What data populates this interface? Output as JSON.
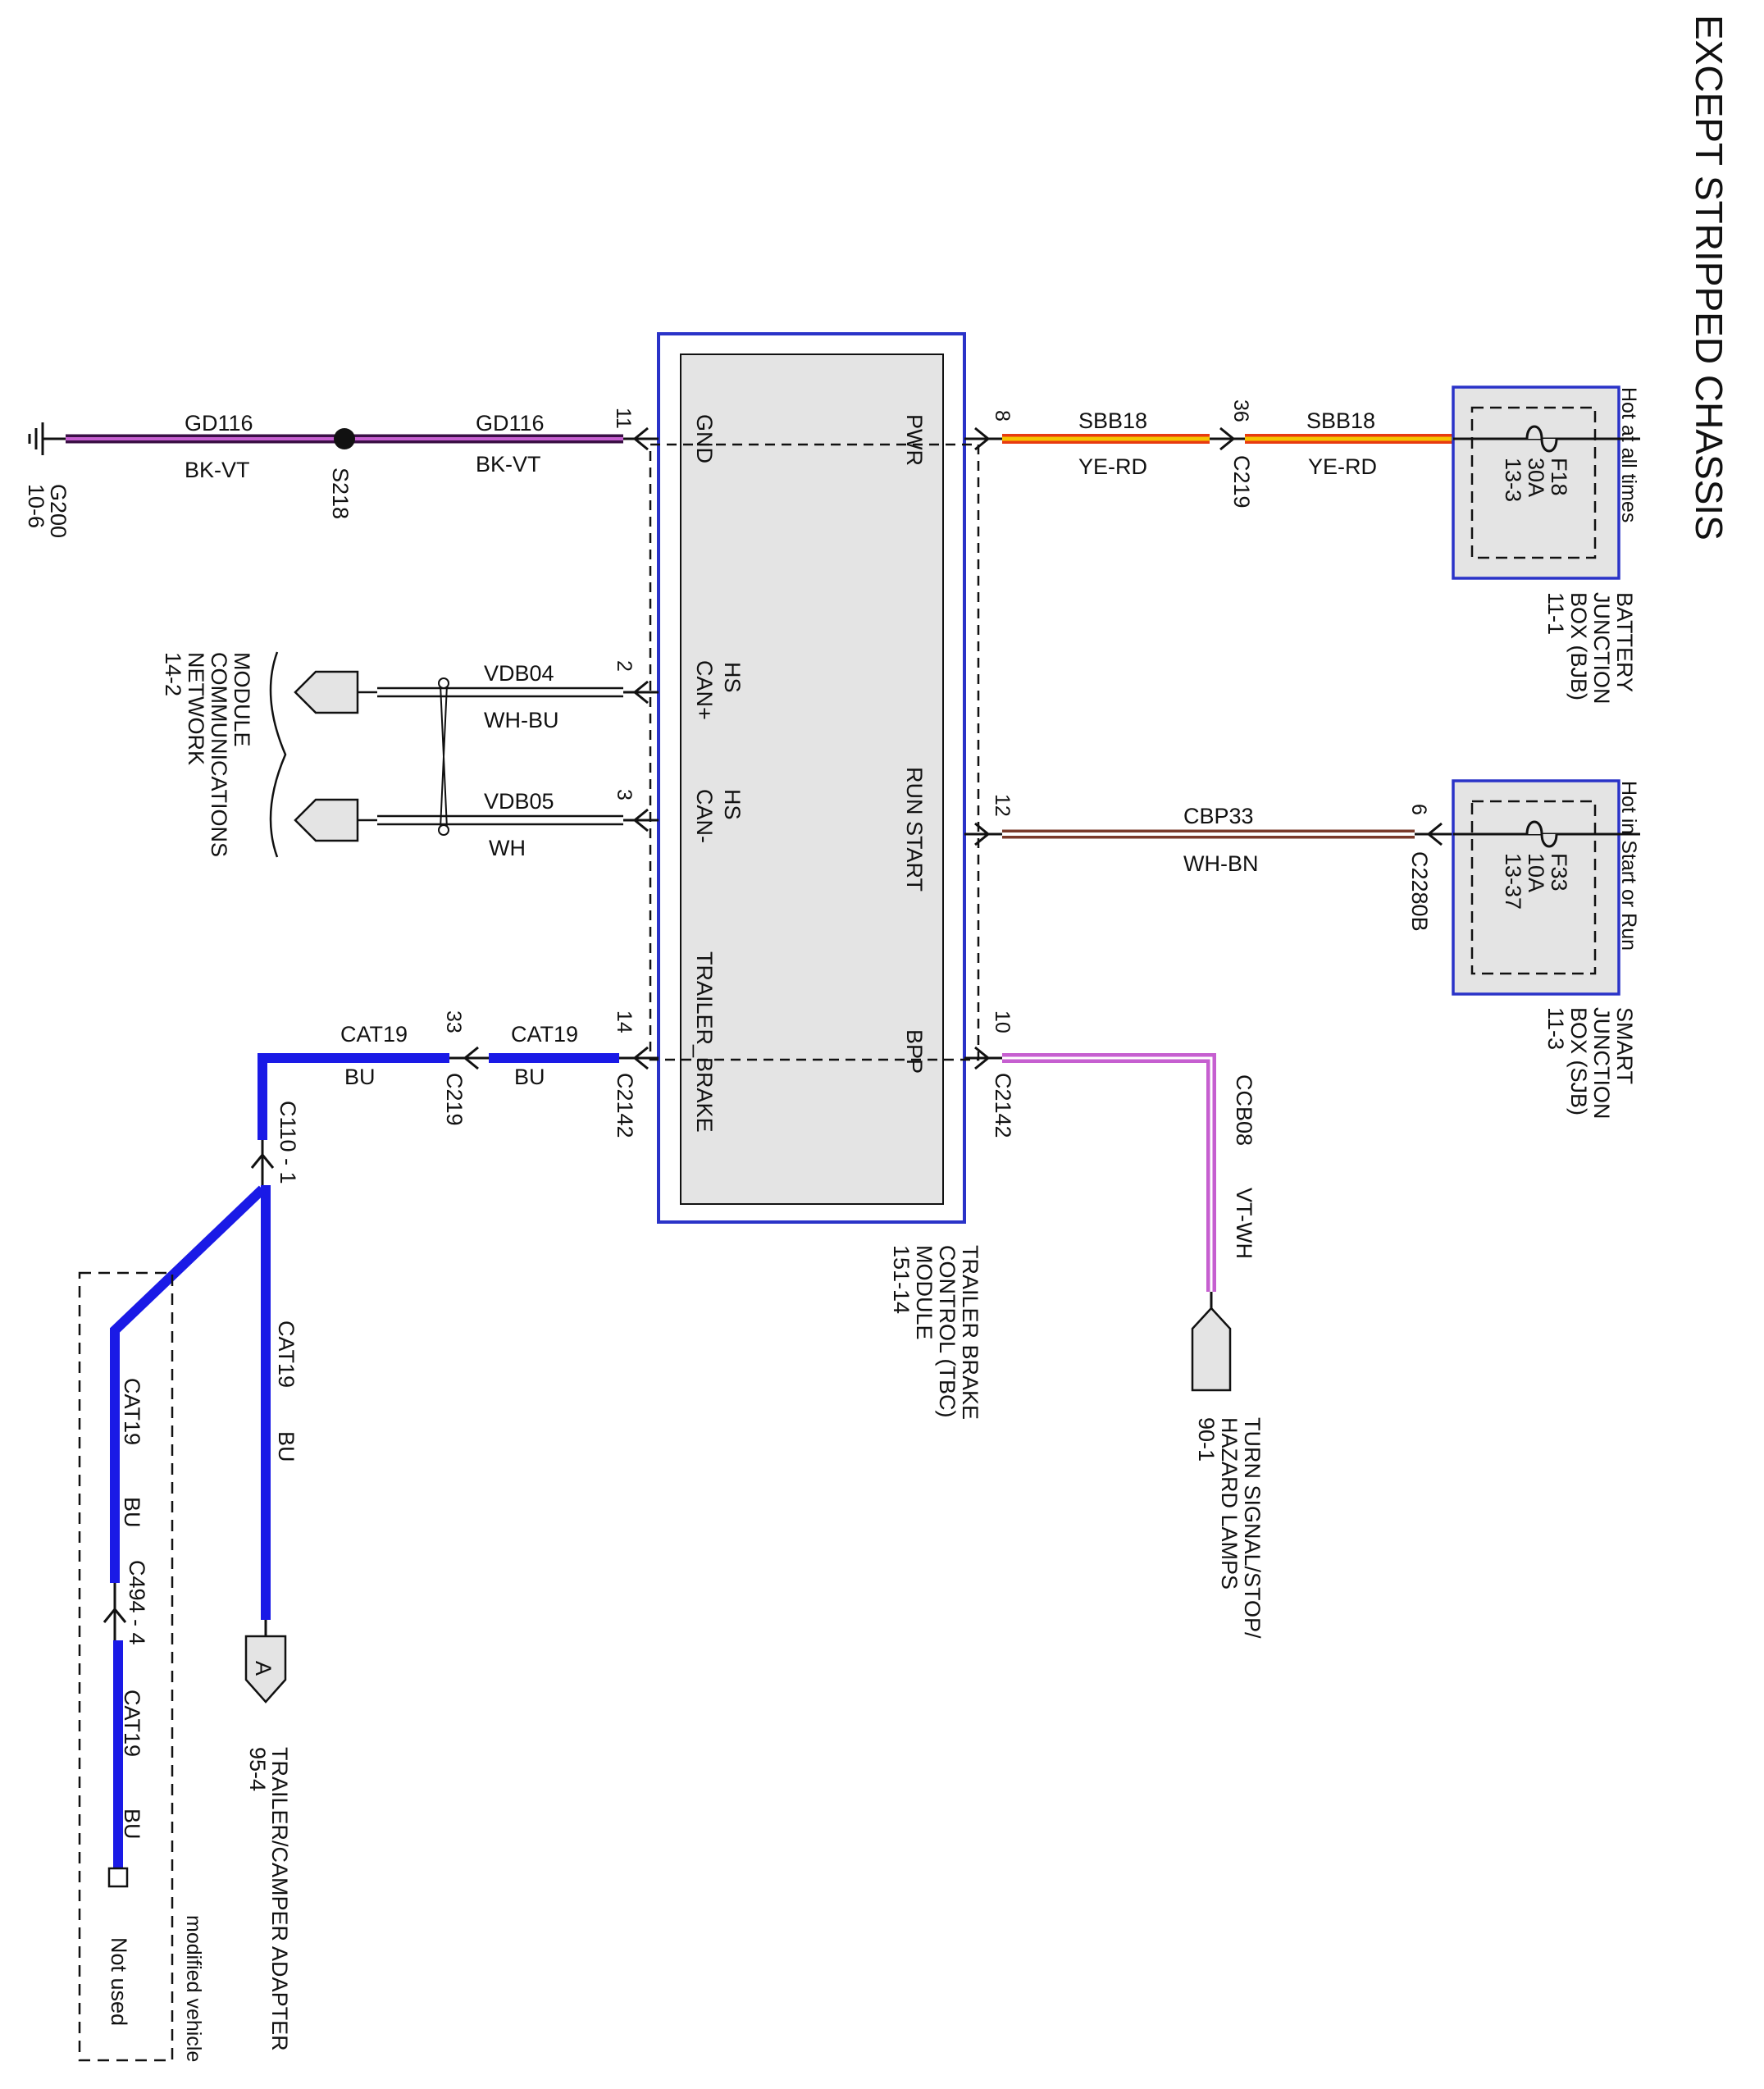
{
  "title": "EXCEPT STRIPPED CHASSIS",
  "colors": {
    "blue_wire": "#1a1ae6",
    "black_violet": "#3a0f45",
    "violet": "#c65fd0",
    "yellow": "#f5c400",
    "red": "#e83a10",
    "brown": "#7a3a2a",
    "white": "#ffffff",
    "box_fill": "#e4e4e4",
    "border_blue": "#2a33c8"
  },
  "module": {
    "name_lines": [
      "TRAILER BRAKE",
      "CONTROL (TBC)",
      "MODULE",
      "151-14"
    ],
    "pins": {
      "gnd": "GND",
      "hs_can_plus": [
        "HS",
        "CAN+"
      ],
      "hs_can_minus": [
        "HS",
        "CAN-"
      ],
      "trailer_brake": "TRAILER_BRAKE",
      "pwr": "PWR",
      "run_start": "RUN START",
      "bpp": "BPP"
    }
  },
  "ground": {
    "gd116": "GD116",
    "bk_vt": "BK-VT",
    "pin11": "11",
    "splice": "S218",
    "ground_lines": [
      "G200",
      "10-6"
    ]
  },
  "can": {
    "vdb04": "VDB04",
    "wh_bu": "WH-BU",
    "pin2": "2",
    "vdb05": "VDB05",
    "wh": "WH",
    "pin3": "3",
    "network_lines": [
      "MODULE",
      "COMMUNICATIONS",
      "NETWORK",
      "14-2"
    ]
  },
  "trailer": {
    "cat19": "CAT19",
    "bu": "BU",
    "pin14": "14",
    "c2142": "C2142",
    "pin33": "33",
    "c219": "C219",
    "c110": "C110 - 1",
    "c494": "C494 - 4",
    "connector_a": "A",
    "adapter_lines": [
      "TRAILER/CAMPER ADAPTER",
      "95-4"
    ],
    "not_used": "Not used",
    "modified_vehicle": "modified vehicle"
  },
  "power": {
    "sbb18": "SBB18",
    "ye_rd": "YE-RD",
    "pin8": "8",
    "pin36": "36",
    "c219": "C219",
    "hot_always": "Hot at all times",
    "fuse_lines": [
      "F18",
      "30A",
      "13-3"
    ],
    "bjb_lines": [
      "BATTERY",
      "JUNCTION",
      "BOX (BJB)",
      "11-1"
    ]
  },
  "run": {
    "cbp33": "CBP33",
    "wh_bn": "WH-BN",
    "pin12": "12",
    "pin6": "6",
    "c2280b": "C2280B",
    "hot_run": "Hot in Start or Run",
    "fuse_lines": [
      "F33",
      "10A",
      "13-37"
    ],
    "sjb_lines": [
      "SMART",
      "JUNCTION",
      "BOX (SJB)",
      "11-3"
    ]
  },
  "bpp": {
    "pin10": "10",
    "c2142": "C2142",
    "ccb08": "CCB08",
    "vt_wh": "VT-WH",
    "lamps_lines": [
      "TURN SIGNAL/STOP/",
      "HAZARD LAMPS",
      "90-1"
    ]
  }
}
